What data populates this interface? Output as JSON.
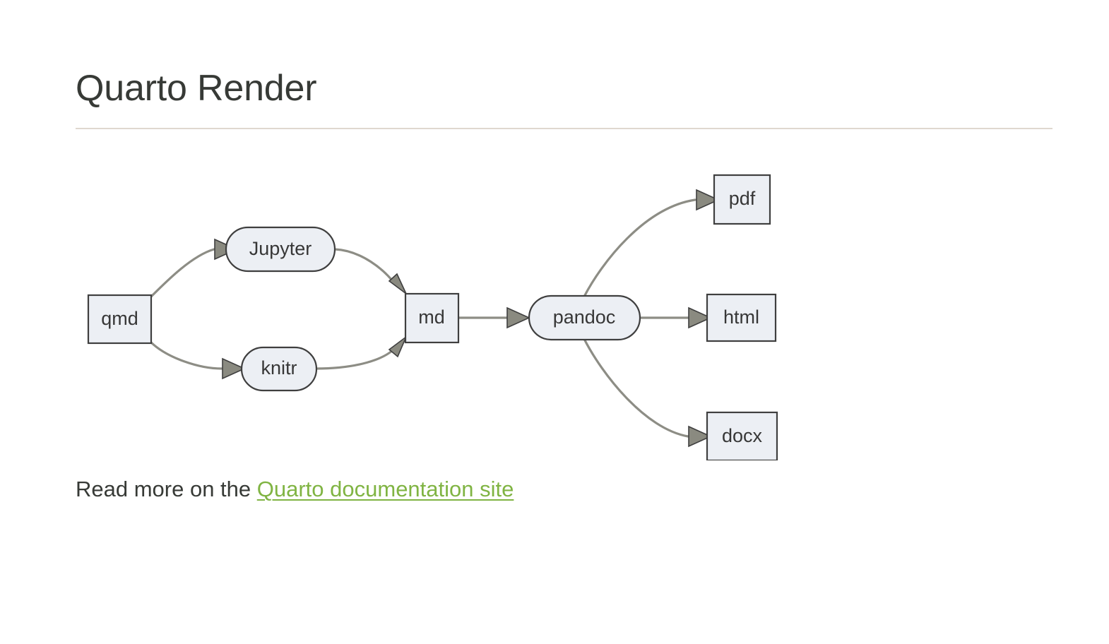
{
  "page": {
    "title": "Quarto Render",
    "background_color": "#ffffff",
    "rule_color": "#dfd8cf",
    "text_color": "#373a36",
    "link_color": "#80b443"
  },
  "diagram": {
    "type": "flowchart",
    "direction": "left-to-right",
    "node_fill": "#eceff4",
    "node_stroke": "#3f3f3f",
    "edge_color": "#8d8d85",
    "arrow_fill": "#8a8a80",
    "nodes": [
      {
        "id": "qmd",
        "label": "qmd",
        "shape": "rect"
      },
      {
        "id": "jupyter",
        "label": "Jupyter",
        "shape": "stadium"
      },
      {
        "id": "knitr",
        "label": "knitr",
        "shape": "stadium"
      },
      {
        "id": "md",
        "label": "md",
        "shape": "rect"
      },
      {
        "id": "pandoc",
        "label": "pandoc",
        "shape": "stadium"
      },
      {
        "id": "pdf",
        "label": "pdf",
        "shape": "rect"
      },
      {
        "id": "html",
        "label": "html",
        "shape": "rect"
      },
      {
        "id": "docx",
        "label": "docx",
        "shape": "rect"
      }
    ],
    "edges": [
      {
        "from": "qmd",
        "to": "jupyter"
      },
      {
        "from": "qmd",
        "to": "knitr"
      },
      {
        "from": "jupyter",
        "to": "md"
      },
      {
        "from": "knitr",
        "to": "md"
      },
      {
        "from": "md",
        "to": "pandoc"
      },
      {
        "from": "pandoc",
        "to": "pdf"
      },
      {
        "from": "pandoc",
        "to": "html"
      },
      {
        "from": "pandoc",
        "to": "docx"
      }
    ]
  },
  "footer": {
    "lead_text": "Read more on the ",
    "link_text": "Quarto documentation site"
  }
}
